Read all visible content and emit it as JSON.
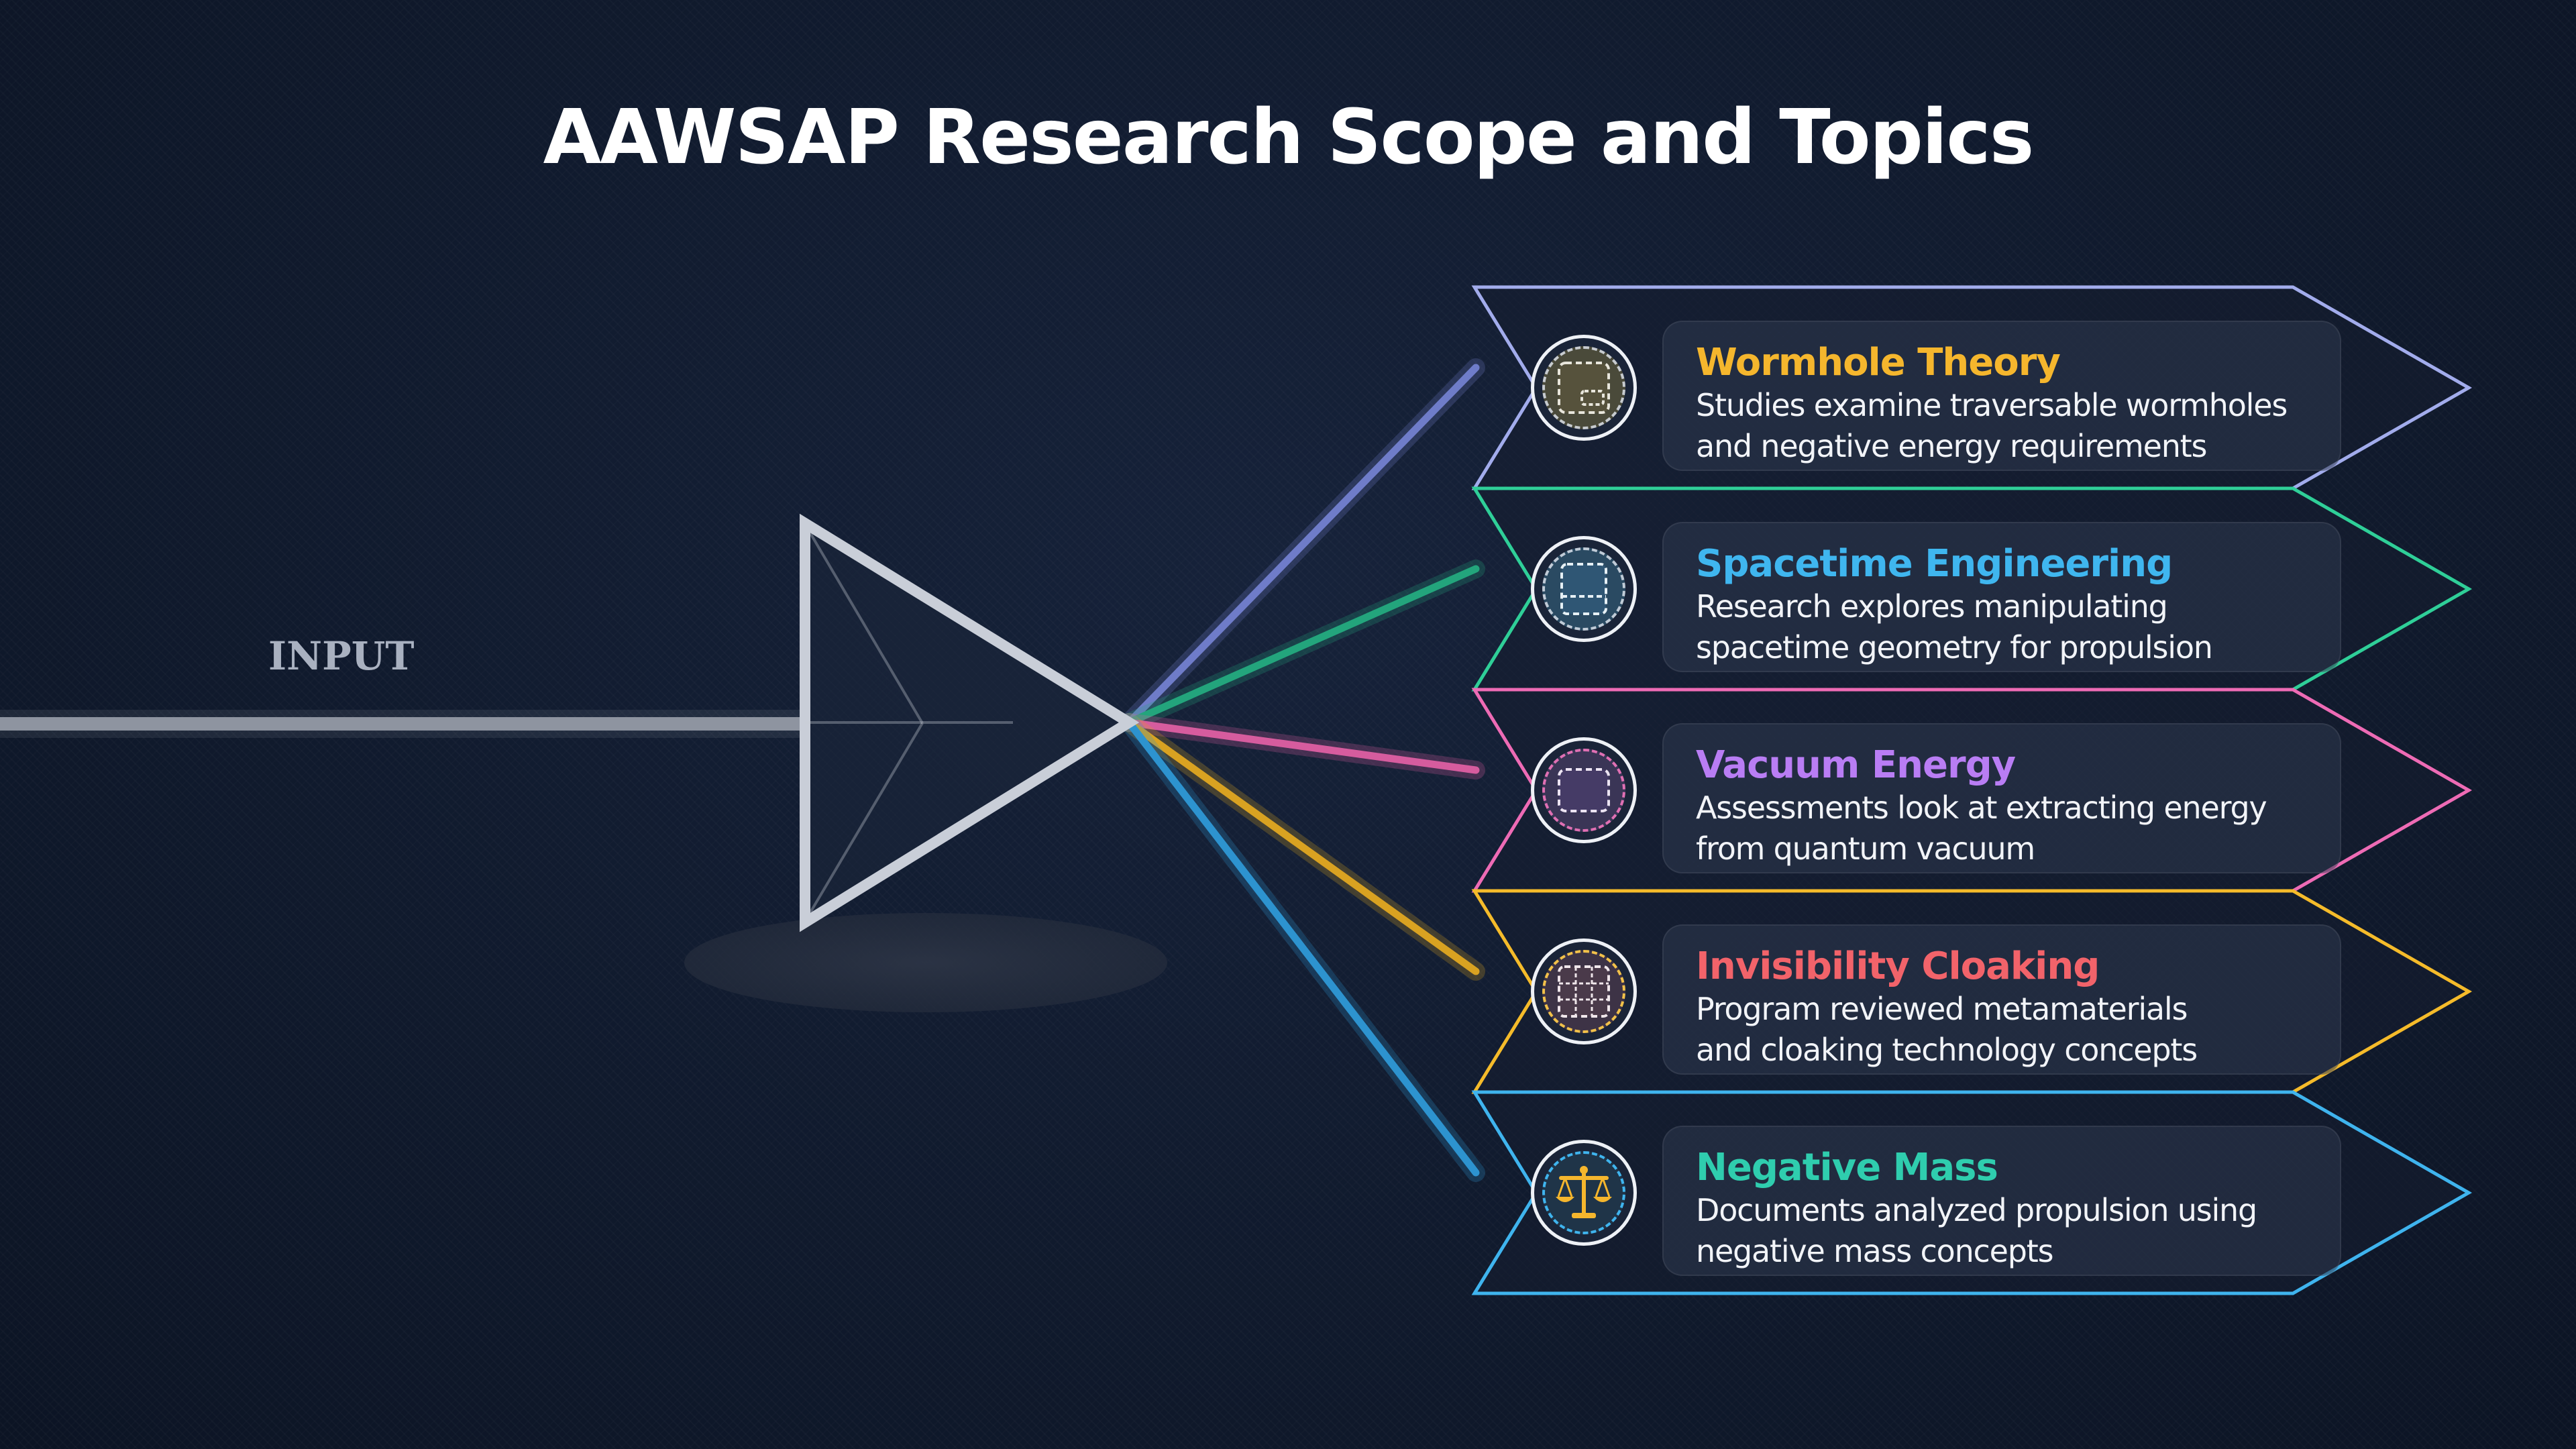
{
  "title": "AAWSAP Research Scope and Topics",
  "input_label": "INPUT",
  "colors": {
    "background": "#111a2e",
    "prism": "#c9ced8",
    "input_beam": "#9ba1ad"
  },
  "topics": [
    {
      "title": "Wormhole Theory",
      "desc_line1": "Studies examine traversable wormholes",
      "desc_line2": "and negative energy requirements",
      "title_color": "#f5b62d",
      "border_color": "#a2acec",
      "beam_color": "#6f7cc9",
      "icon": "wormhole-icon"
    },
    {
      "title": "Spacetime Engineering",
      "desc_line1": "Research explores manipulating",
      "desc_line2": "spacetime geometry for propulsion",
      "title_color": "#3fb6ef",
      "border_color": "#2fcf98",
      "beam_color": "#23a57c",
      "icon": "spacetime-grid-icon"
    },
    {
      "title": "Vacuum Energy",
      "desc_line1": "Assessments look at extracting energy",
      "desc_line2": "from quantum vacuum",
      "title_color": "#b97df4",
      "border_color": "#ee6bb5",
      "beam_color": "#d65c9e",
      "icon": "vacuum-energy-icon"
    },
    {
      "title": "Invisibility Cloaking",
      "desc_line1": "Program reviewed metamaterials",
      "desc_line2": "and cloaking technology concepts",
      "title_color": "#f2636a",
      "border_color": "#f5bb2a",
      "beam_color": "#d9a221",
      "icon": "cloaking-grid-icon"
    },
    {
      "title": "Negative Mass",
      "desc_line1": "Documents analyzed propulsion using",
      "desc_line2": "negative mass concepts",
      "title_color": "#2fcdae",
      "border_color": "#3fb4ee",
      "beam_color": "#2d93cf",
      "icon": "balance-scale-icon"
    }
  ]
}
